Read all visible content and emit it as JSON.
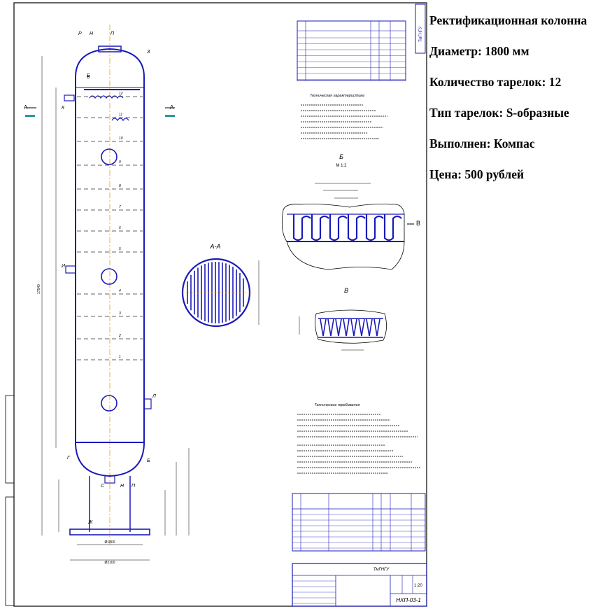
{
  "info": {
    "title": "Ректификационная колонна",
    "diameter": "Диаметр: 1800 мм",
    "trays": "Количество тарелок: 12",
    "tray_type": "Тип тарелок: S-образные",
    "made_in": "Выполнен: Компас",
    "price": "Цена: 500 рублей"
  },
  "drawing": {
    "stamp_code": "ТмГНГУ",
    "section_label": "А-А",
    "section_marker": "А",
    "detail_b": "Б",
    "detail_b_scale": "М 1:2",
    "detail_v": "В",
    "view_v_arrow": "В",
    "tech_char_title": "Техническая характеристика",
    "tech_req_title": "Технические требования",
    "title_block_code": "НХП-03-1",
    "title_block_name": "ТмГНГУ",
    "title_block_scale": "1:20",
    "dim_total": "17540",
    "dim_base": "Ø2100",
    "dim_skirt": "Ø1800",
    "tray_numbers": [
      "12",
      "11",
      "10",
      "9",
      "8",
      "7",
      "6",
      "5",
      "4",
      "3",
      "2",
      "1"
    ],
    "nozzle_letters": [
      "Р",
      "Н",
      "П",
      "З",
      "Б",
      "К",
      "И",
      "Л",
      "Б",
      "С",
      "Н",
      "П",
      "Г",
      "Б",
      "Ж"
    ]
  }
}
